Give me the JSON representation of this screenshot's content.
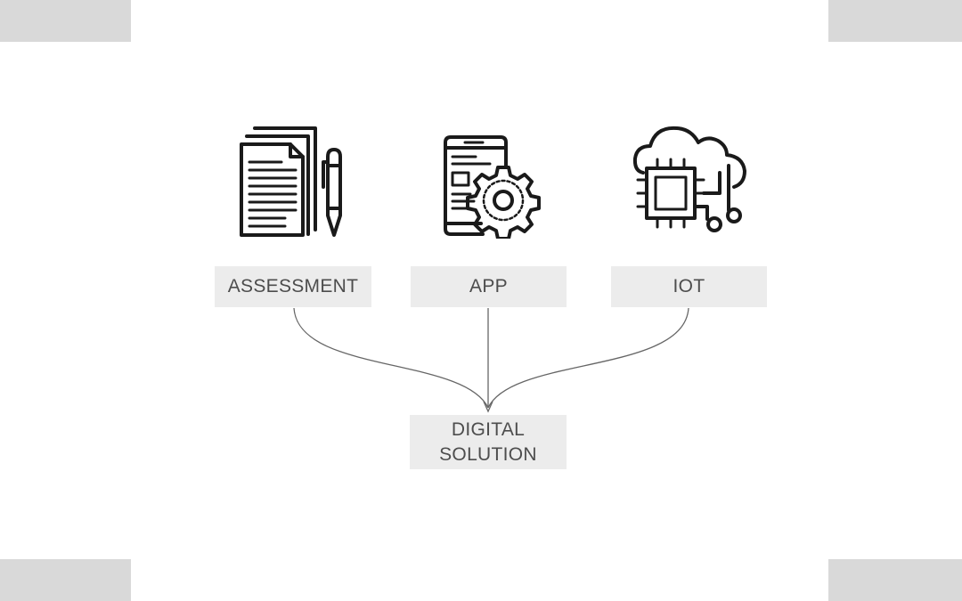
{
  "diagram": {
    "sources": [
      {
        "label": "ASSESSMENT",
        "icon": "documents-pen-icon"
      },
      {
        "label": "APP",
        "icon": "phone-gear-icon"
      },
      {
        "label": "IOT",
        "icon": "cloud-chip-icon"
      }
    ],
    "target": {
      "line1": "DIGITAL",
      "line2": "SOLUTION"
    },
    "colors": {
      "box": "#ececec",
      "text": "#4d4d4d",
      "line": "#666666",
      "corner": "#d9d9d9"
    }
  }
}
